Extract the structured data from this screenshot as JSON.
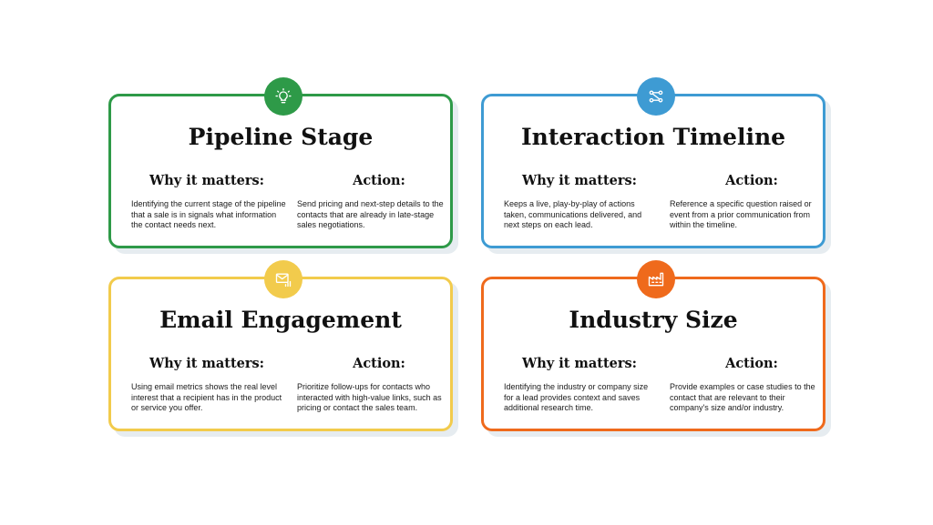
{
  "labels": {
    "why": "Why it matters:",
    "action": "Action:"
  },
  "cards": [
    {
      "title": "Pipeline Stage",
      "color": "#2e9a48",
      "icon": "lightbulb-icon",
      "why": "Identifying the current stage of the pipeline that a sale is in signals what information the contact needs next.",
      "action": "Send pricing and next-step details to the contacts that are already in late-stage sales negotiations."
    },
    {
      "title": "Interaction Timeline",
      "color": "#3e9bd3",
      "icon": "timeline-nodes-icon",
      "why": "Keeps a live, play-by-play of actions taken, communications delivered, and next steps on each lead.",
      "action": "Reference a specific question raised or event from a prior communication from within the timeline."
    },
    {
      "title": "Email Engagement",
      "color": "#f2cb4c",
      "icon": "email-chart-icon",
      "why": "Using email metrics shows the real level interest that a recipient has in the product or service you offer.",
      "action": "Prioritize follow-ups for contacts who interacted with high-value links, such as pricing or contact the sales team."
    },
    {
      "title": "Industry Size",
      "color": "#ef6a1c",
      "icon": "factory-icon",
      "why": "Identifying the industry or company size for a lead provides context and saves additional research time.",
      "action": "Provide examples or case studies to the contact that are relevant to their company's size and/or industry."
    }
  ]
}
